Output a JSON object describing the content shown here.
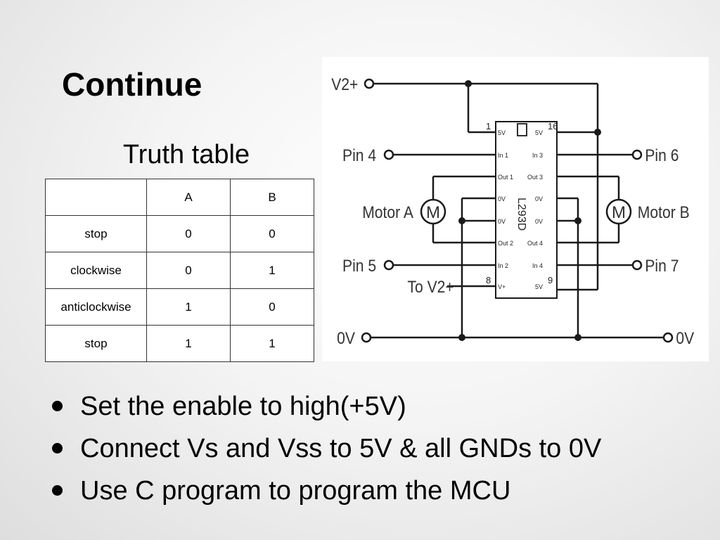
{
  "slide": {
    "title": "Continue",
    "subtitle": "Truth table"
  },
  "truth_table": {
    "headers": [
      "",
      "A",
      "B"
    ],
    "rows": [
      [
        "stop",
        "0",
        "0"
      ],
      [
        "clockwise",
        "0",
        "1"
      ],
      [
        "anticlockwise",
        "1",
        "0"
      ],
      [
        "stop",
        "1",
        "1"
      ]
    ]
  },
  "circuit": {
    "labels": {
      "v2": "V2+",
      "pin4": "Pin 4",
      "pin6": "Pin 6",
      "motor_a": "Motor A",
      "motor_b": "Motor B",
      "motor_symbol": "M",
      "pin5": "Pin 5",
      "pin7": "Pin 7",
      "to_v2": "To V2+",
      "zero_left": "0V",
      "zero_right": "0V",
      "chip": "L293D",
      "pin_num_1": "1",
      "pin_num_16": "16",
      "pin_num_8": "8",
      "pin_num_9": "9"
    },
    "chip_left_pins": [
      "5V",
      "In 1",
      "Out 1",
      "0V",
      "0V",
      "Out 2",
      "In 2",
      "V+"
    ],
    "chip_right_pins": [
      "5V",
      "In 3",
      "Out 3",
      "0V",
      "0V",
      "Out 4",
      "In 4",
      "5V"
    ]
  },
  "bullets": [
    "Set the enable to high(+5V)",
    "Connect Vs and Vss to 5V & all GNDs to 0V",
    "Use C program to program the MCU"
  ]
}
